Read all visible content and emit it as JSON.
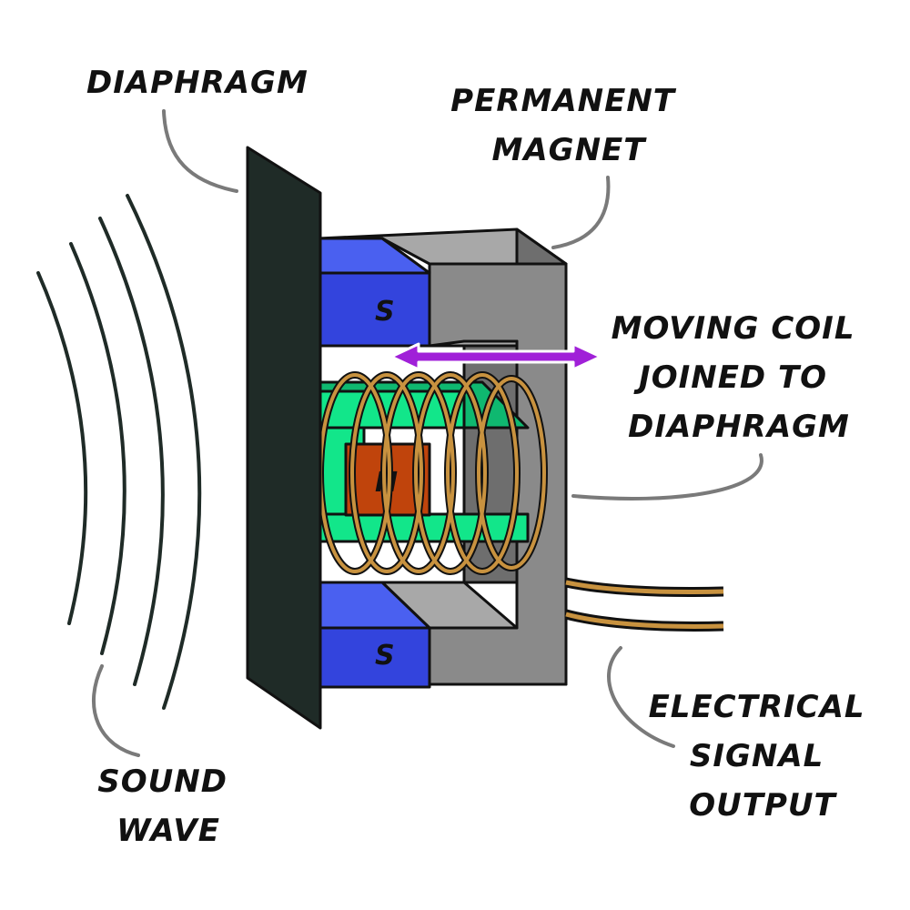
{
  "labels": {
    "diaphragm": "DIAPHRAGM",
    "permanent_magnet": [
      "PERMANENT",
      "MAGNET"
    ],
    "moving_coil": [
      "MOVING COIL",
      "JOINED TO",
      "DIAPHRAGM"
    ],
    "sound_wave": [
      "SOUND",
      "WAVE"
    ],
    "electrical_signal": [
      "ELECTRICAL",
      "SIGNAL",
      "OUTPUT"
    ]
  },
  "poles": {
    "top_magnet": "S",
    "bottom_magnet": "S",
    "core": "N"
  },
  "colors": {
    "diaphragm": "#1f2b27",
    "magnet_blue": "#3344dd",
    "magnet_blue_top": "#4a60f0",
    "frame_grey": "#8a8a8a",
    "frame_dark": "#6e6e6e",
    "frame_light": "#a8a8a8",
    "core_green": "#12e68a",
    "core_red": "#c0440c",
    "coil_copper": "#c8923f",
    "arrow_purple": "#a020d8",
    "leader_grey": "#7a7a7a"
  },
  "icons": {
    "motion_arrow": "double-headed-arrow",
    "sound_wave": "concentric-arcs"
  }
}
